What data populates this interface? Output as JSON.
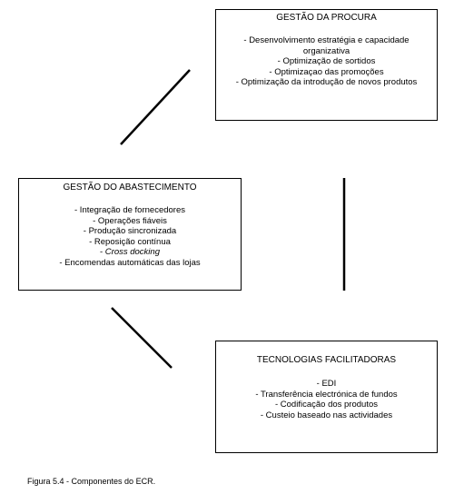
{
  "diagram": {
    "boxes": {
      "procura": {
        "title": "GESTÃO DA PROCURA",
        "items": [
          "-  Desenvolvimento estratégia e capacidade organizativa",
          "- Optimização de sortidos",
          "- Optimizaçao das promoções",
          "- Optimização da introdução de novos produtos"
        ]
      },
      "abastecimento": {
        "title": "GESTÃO DO ABASTECIMENTO",
        "items": [
          "-  Integração de fornecedores",
          "- Operações fiáveis",
          "- Produção sincronizada",
          "- Reposição contínua",
          "- ",
          "Cross docking",
          "- Encomendas automáticas das lojas"
        ]
      },
      "tecnologias": {
        "title": "TECNOLOGIAS FACILITADORAS",
        "items": [
          "- EDI",
          "- Transferência electrónica de fundos",
          "- Codificação dos produtos",
          "- Custeio baseado nas actividades"
        ]
      }
    },
    "line_color": "#000000"
  },
  "caption": "Figura 5.4 - Componentes do ECR."
}
